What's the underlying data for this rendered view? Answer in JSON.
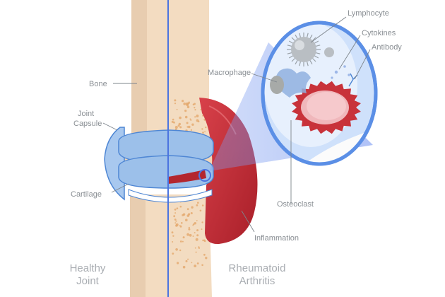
{
  "labels": {
    "bone": "Bone",
    "joint_capsule_line1": "Joint",
    "joint_capsule_line2": "Capsule",
    "cartilage": "Cartilage",
    "lymphocyte": "Lymphocyte",
    "cytokines": "Cytokines",
    "antibody": "Antibody",
    "macrophage": "Macrophage",
    "osteoclast": "Osteoclast",
    "inflammation": "Inflammation"
  },
  "captions": {
    "healthy_line1": "Healthy",
    "healthy_line2": "Joint",
    "ra_line1": "Rheumatoid",
    "ra_line2": "Arthritis"
  },
  "colors": {
    "bone": "#f3dcc1",
    "bone_shadow": "#e3c7a6",
    "capsule": "#9cc0ea",
    "capsule_edge": "#4e86d4",
    "inflammation": "#c8323a",
    "divider": "#4b74e0",
    "magnifier_fill": "#cfe1fb",
    "magnifier_edge": "#5b8fe6",
    "speckle": "#e3a86b"
  },
  "icons": {
    "magnifier": "magnifier-lens",
    "lymphocyte": "spiky-cell",
    "macrophage": "amoeboid-cell",
    "osteoclast": "ruffled-cell"
  }
}
